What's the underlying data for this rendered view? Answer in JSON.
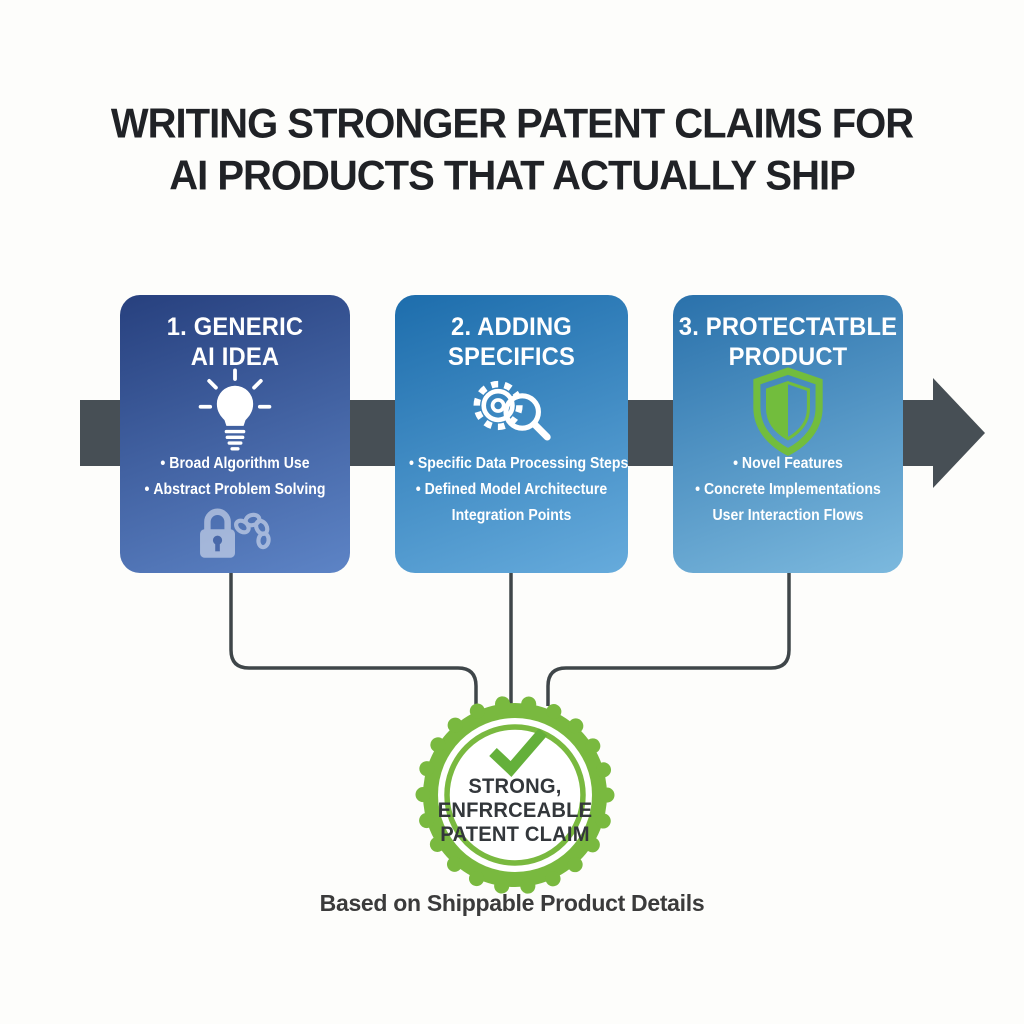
{
  "title": {
    "line1": "WRITING STRONGER PATENT CLAIMS FOR",
    "line2": "AI PRODUCTS THAT ACTUALLY SHIP"
  },
  "flow": {
    "arrow_icon": "right-arrow-icon",
    "arrow_color": "#474f55",
    "connector_color": "#3f4649",
    "cards": [
      {
        "title_line1": "1. GENERIC",
        "title_line2": "AI IDEA",
        "icon": "lightbulb-icon",
        "bullets": [
          "Broad Algorithm Use",
          "Abstract Problem Solving"
        ],
        "plain_lines": [],
        "footer_icon": "padlock-chain-icon",
        "gradient_top": "#27407e",
        "gradient_bottom": "#5d84c6"
      },
      {
        "title_line1": "2. ADDING",
        "title_line2": "SPECIFICS",
        "icon": "gear-magnifier-icon",
        "bullets": [
          "Specific Data Processing Steps",
          "Defined Model Architecture"
        ],
        "plain_lines": [
          "Integration Points"
        ],
        "gradient_top": "#1d6dac",
        "gradient_bottom": "#66abdc"
      },
      {
        "title_line1": "3. PROTECTATBLE",
        "title_line2": "PRODUCT",
        "icon": "shield-icon",
        "bullets": [
          "Novel Features",
          "Concrete Implementations"
        ],
        "plain_lines": [
          "User Interaction Flows"
        ],
        "gradient_top": "#2a71ab",
        "gradient_bottom": "#7cb9de"
      }
    ]
  },
  "badge": {
    "icon": "checkmark-icon",
    "line1": "STRONG,",
    "line2": "ENFRRCEABLE",
    "line3": "PATENT CLAIM",
    "seal_green": "#79b93f",
    "check_green": "#64b03a",
    "text_color": "#33373b"
  },
  "caption": "Based on Shippable Product Details",
  "colors": {
    "background": "#fdfdfb",
    "title_text": "#202226",
    "card_text": "#ffffff",
    "shield_green": "#72bd3d",
    "shield_inner_blue": "#3f8ec6"
  }
}
